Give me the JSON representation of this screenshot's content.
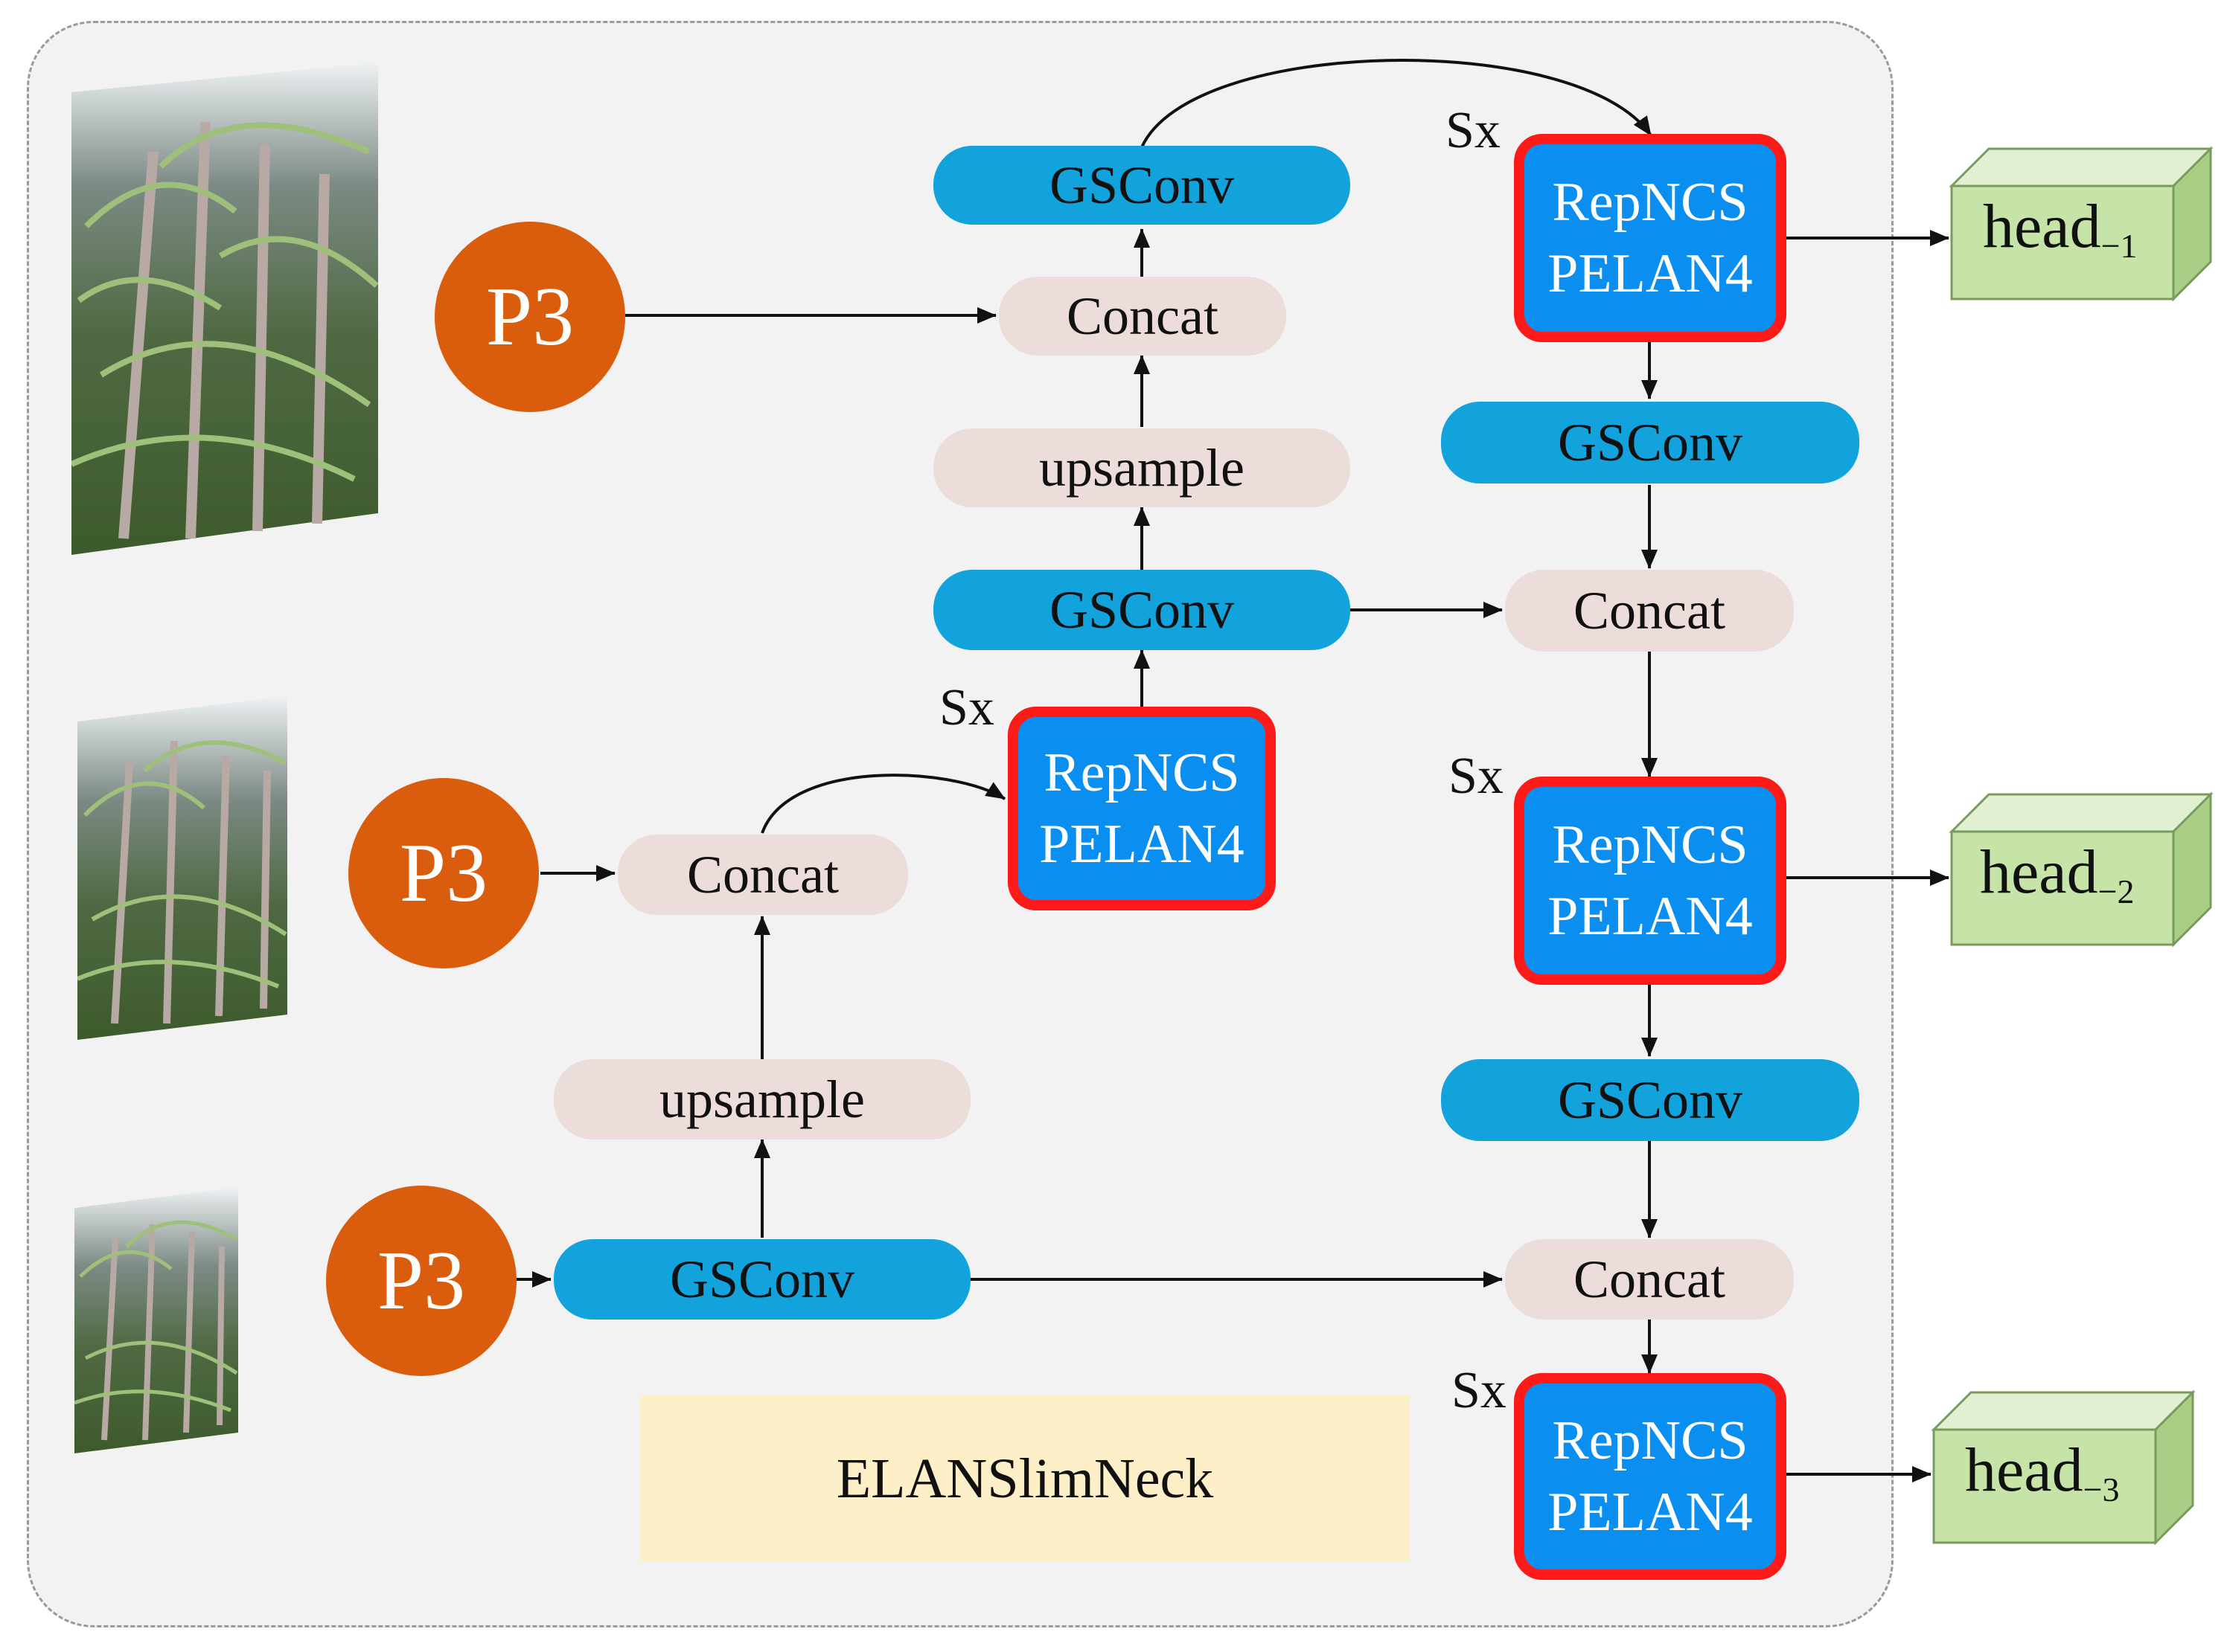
{
  "diagram": {
    "title": "ELANSlimNeck",
    "p3_label": "P3",
    "gsconv_label": "GSConv",
    "concat_label": "Concat",
    "upsample_label": "upsample",
    "rep_line1": "RepNCS",
    "rep_line2": "PELAN4",
    "sx_label": "Sx",
    "head_text": "head",
    "head_subs": [
      "−1",
      "−2",
      "−3"
    ],
    "images": [
      "sugarcane-photo-large",
      "sugarcane-photo-medium",
      "sugarcane-photo-small"
    ],
    "colors": {
      "gsconv": "#12a3dd",
      "rep_fill": "#0a8ff0",
      "rep_border": "#ff1a1a",
      "p3": "#d95d0d",
      "pink": "#ecdcda",
      "head": "#c6e4a8",
      "label_box": "#fdf0c8"
    }
  }
}
